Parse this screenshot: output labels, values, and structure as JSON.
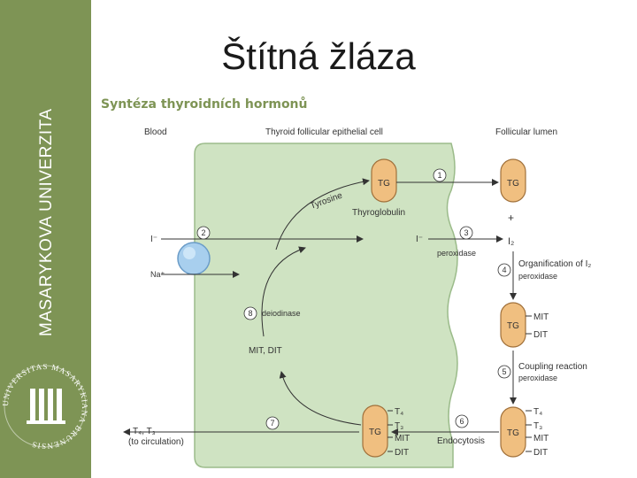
{
  "slide": {
    "title": "Štítná žláza",
    "subtitle": "Syntéza thyroidních hormonů"
  },
  "sidebar": {
    "university_name": "MASARYKOVA UNIVERZITA",
    "seal_text": "UNIVERSITAS MASARYKIANA BRUNENSIS",
    "colors": {
      "background": "#7e9455",
      "text": "#ffffff"
    }
  },
  "diagram": {
    "headers": {
      "blood": "Blood",
      "cell": "Thyroid follicular epithelial cell",
      "lumen": "Follicular lumen"
    },
    "labels": {
      "tg": "TG",
      "tyrosine": "Tyrosine",
      "thyroglobulin": "Thyroglobulin",
      "iodide": "I⁻",
      "sodium": "Na⁺",
      "iodine": "I₂",
      "plus": "+",
      "peroxidase": "peroxidase",
      "organification": "Organification of I₂",
      "deiodinase": "deiodinase",
      "mit_dit": "MIT, DIT",
      "mit": "MIT",
      "dit": "DIT",
      "t4": "T₄",
      "t3": "T₃",
      "coupling": "Coupling reaction",
      "endocytosis": "Endocytosis",
      "t4t3_out": "T₄, T₃",
      "to_circulation": "(to circulation)"
    },
    "steps": [
      "1",
      "2",
      "3",
      "4",
      "5",
      "6",
      "7",
      "8"
    ],
    "colors": {
      "cell": "#cfe3c2",
      "cell_border": "#9bbb8a",
      "tg_fill": "#f0bf80",
      "tg_stroke": "#a0703a",
      "pump": "#a8cfee"
    }
  }
}
